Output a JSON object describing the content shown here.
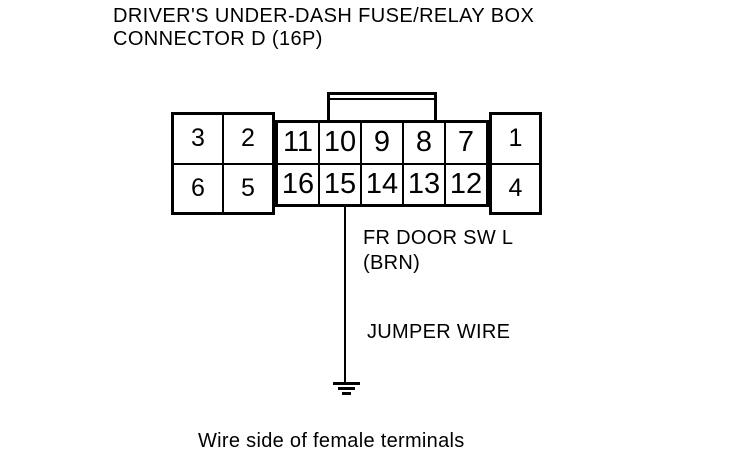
{
  "header": {
    "title_line1": "DRIVER'S UNDER-DASH FUSE/RELAY BOX",
    "title_line2": "CONNECTOR D (16P)"
  },
  "connector": {
    "pin_count": "16P",
    "left_block": {
      "cells": [
        "3",
        "2",
        "6",
        "5"
      ]
    },
    "middle_block": {
      "cells": [
        "11",
        "10",
        "9",
        "8",
        "7",
        "16",
        "15",
        "14",
        "13",
        "12"
      ]
    },
    "right_block": {
      "cells": [
        "1",
        "4"
      ]
    }
  },
  "wire": {
    "source_terminal": "15",
    "signal_label": "FR DOOR SW L",
    "color_label": "(BRN)",
    "jumper_label": "JUMPER WIRE"
  },
  "footer": {
    "caption": "Wire side of female terminals"
  },
  "colors": {
    "line": "#000000",
    "background": "#ffffff"
  }
}
